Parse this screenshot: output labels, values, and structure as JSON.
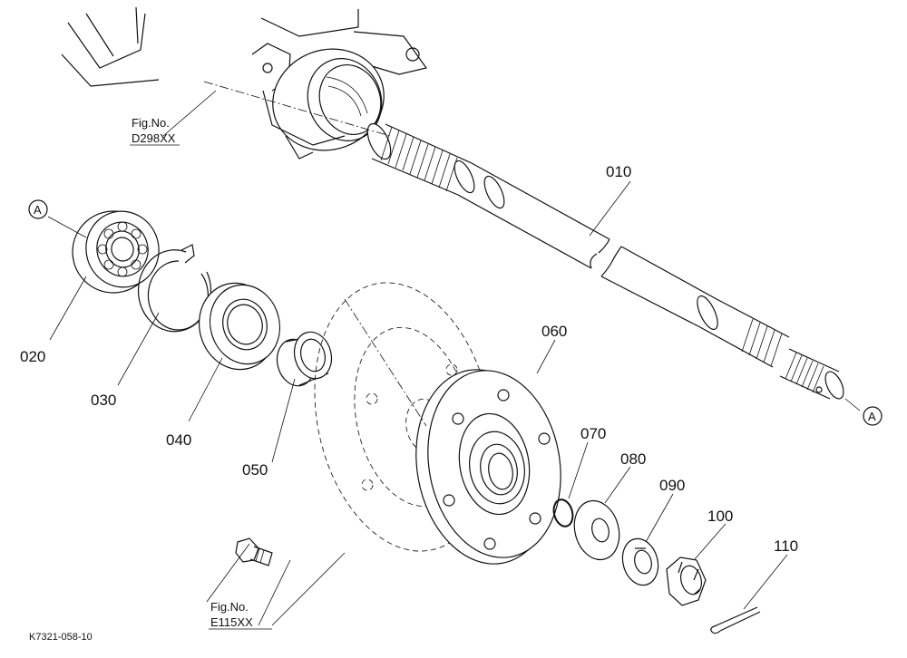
{
  "figure_code": "K7321-058-10",
  "callouts": [
    {
      "id": "010",
      "label": "010"
    },
    {
      "id": "020",
      "label": "020"
    },
    {
      "id": "030",
      "label": "030"
    },
    {
      "id": "040",
      "label": "040"
    },
    {
      "id": "050",
      "label": "050"
    },
    {
      "id": "060",
      "label": "060"
    },
    {
      "id": "070",
      "label": "070"
    },
    {
      "id": "080",
      "label": "080"
    },
    {
      "id": "090",
      "label": "090"
    },
    {
      "id": "100",
      "label": "100"
    },
    {
      "id": "110",
      "label": "110"
    }
  ],
  "references": [
    {
      "line1": "Fig.No.",
      "line2": "D298XX"
    },
    {
      "line1": "Fig.No.",
      "line2": "E115XX"
    }
  ],
  "markers": {
    "left": "A",
    "right": "A"
  }
}
